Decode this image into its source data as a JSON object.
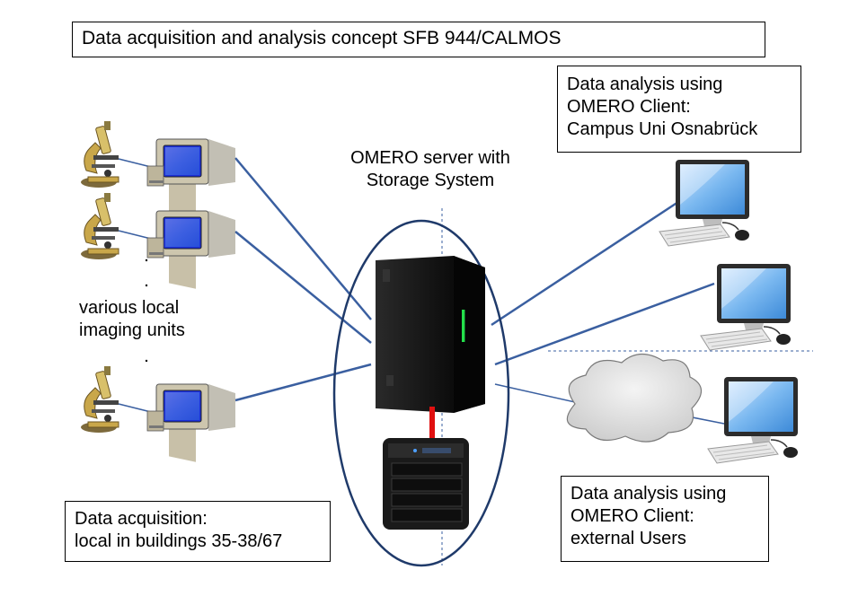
{
  "title": "Data acquisition and analysis concept SFB 944/CALMOS",
  "server_label": [
    "OMERO server with",
    "Storage System"
  ],
  "imaging_units_label": [
    "various local",
    "imaging units"
  ],
  "acquisition_box": [
    "Data acquisition:",
    "local in buildings 35-38/67"
  ],
  "campus_box": [
    "Data analysis using",
    "OMERO Client:",
    "Campus Uni Osnabrück"
  ],
  "external_box": [
    "Data analysis using",
    "OMERO Client:",
    "external Users"
  ],
  "colors": {
    "connection_line": "#3a5fa0",
    "storage_link": "#e01010",
    "server_body": "#141414",
    "monitor_screen": "#7ab8f0"
  }
}
